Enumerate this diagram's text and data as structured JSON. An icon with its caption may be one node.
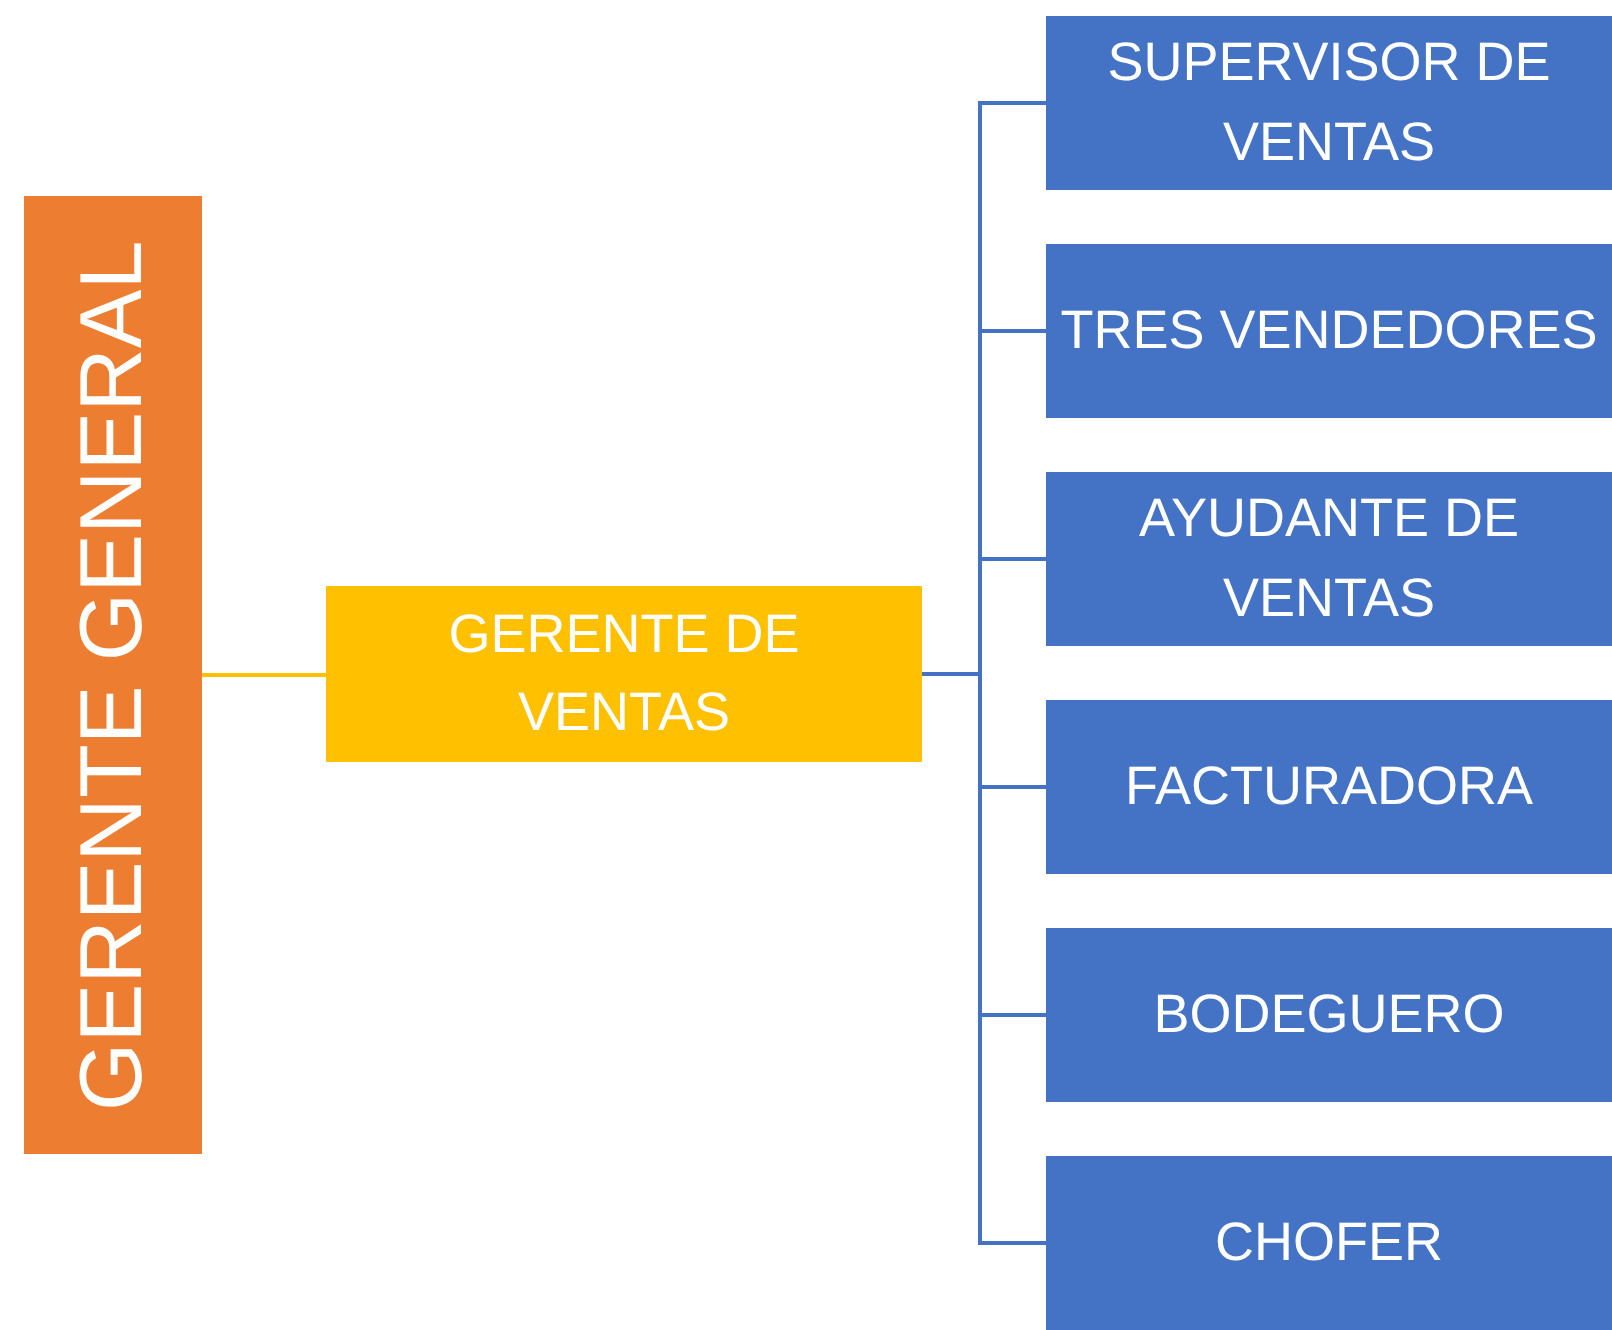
{
  "diagram": {
    "nodes": [
      {
        "text": [
          "GERENTE GENERAL"
        ]
      },
      {
        "text": [
          "GERENTE DE VENTAS"
        ]
      },
      {
        "text": [
          "SUPERVISOR DE VENTAS"
        ]
      },
      {
        "text": [
          "TRES VENDEDORES"
        ]
      },
      {
        "text": [
          "AYUDANTE DE VENTAS"
        ]
      },
      {
        "text": [
          "FACTURADORA"
        ]
      },
      {
        "text": [
          "BODEGUERO"
        ]
      },
      {
        "text": [
          "CHOFER"
        ]
      }
    ],
    "edges": [
      {
        "from": 0,
        "to": 1,
        "arrow": "none",
        "color": "#ffc000"
      },
      {
        "from": 1,
        "to": 2,
        "arrow": "none"
      },
      {
        "from": 1,
        "to": 3,
        "arrow": "none"
      },
      {
        "from": 1,
        "to": 4,
        "arrow": "none"
      },
      {
        "from": 1,
        "to": 5,
        "arrow": "none"
      },
      {
        "from": 1,
        "to": 6,
        "arrow": "none"
      },
      {
        "from": 1,
        "to": 7,
        "arrow": "none"
      }
    ]
  }
}
